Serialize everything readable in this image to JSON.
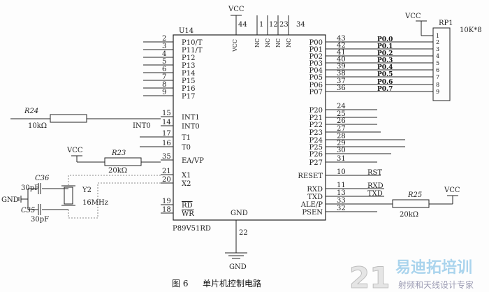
{
  "chip": {
    "ref": "U14",
    "part": "P89V51RD",
    "left_pins": [
      {
        "num": "2",
        "name": "P10/T"
      },
      {
        "num": "3",
        "name": "P11/T"
      },
      {
        "num": "4",
        "name": "P12"
      },
      {
        "num": "5",
        "name": "P13"
      },
      {
        "num": "6",
        "name": "P14"
      },
      {
        "num": "7",
        "name": "P15"
      },
      {
        "num": "8",
        "name": "P16"
      },
      {
        "num": "9",
        "name": "P17"
      },
      {
        "num": "15",
        "name": "INT1"
      },
      {
        "num": "14",
        "name": "INT0"
      },
      {
        "num": "17",
        "name": "T1"
      },
      {
        "num": "16",
        "name": "T0"
      },
      {
        "num": "35",
        "name": "EA/VP"
      },
      {
        "num": "21",
        "name": "X1"
      },
      {
        "num": "20",
        "name": "X2"
      },
      {
        "num": "19",
        "name": "RD"
      },
      {
        "num": "18",
        "name": "WR"
      }
    ],
    "right_pins": [
      {
        "num": "43",
        "name": "P00",
        "net": "P0.0"
      },
      {
        "num": "42",
        "name": "P01",
        "net": "P0.1"
      },
      {
        "num": "41",
        "name": "P02",
        "net": "P0.2"
      },
      {
        "num": "40",
        "name": "P03",
        "net": "P0.3"
      },
      {
        "num": "39",
        "name": "P04",
        "net": "P0.4"
      },
      {
        "num": "38",
        "name": "P05",
        "net": "P0.5"
      },
      {
        "num": "37",
        "name": "P06",
        "net": "P0.6"
      },
      {
        "num": "36",
        "name": "P07",
        "net": "P0.7"
      },
      {
        "num": "24",
        "name": "P20",
        "net": ""
      },
      {
        "num": "25",
        "name": "P21",
        "net": ""
      },
      {
        "num": "26",
        "name": "P22",
        "net": ""
      },
      {
        "num": "27",
        "name": "P23",
        "net": ""
      },
      {
        "num": "28",
        "name": "P24",
        "net": ""
      },
      {
        "num": "29",
        "name": "P25",
        "net": ""
      },
      {
        "num": "30",
        "name": "P26",
        "net": ""
      },
      {
        "num": "31",
        "name": "P27",
        "net": ""
      },
      {
        "num": "10",
        "name": "RESET",
        "net": "RST"
      },
      {
        "num": "11",
        "name": "RXD",
        "net": "RXD"
      },
      {
        "num": "13",
        "name": "TXD",
        "net": "TXD"
      },
      {
        "num": "33",
        "name": "ALE/P",
        "net": ""
      },
      {
        "num": "32",
        "name": "PSEN",
        "net": ""
      }
    ],
    "top_pins": [
      {
        "num": "44",
        "name": "VCC"
      },
      {
        "num": "1",
        "name": "NC"
      },
      {
        "num": "12",
        "name": "NC"
      },
      {
        "num": "23",
        "name": "NC"
      },
      {
        "num": "34",
        "name": "NC"
      }
    ],
    "gnd_pin": {
      "num": "22",
      "name": "GND"
    }
  },
  "labels": {
    "vcc": "VCC",
    "gnd": "GND",
    "gnd_left": "GND",
    "int0_net": "INT0",
    "rp1_ref": "RP1",
    "rp1_value": "10K*8",
    "rp1_pins": [
      "1",
      "2",
      "3",
      "4",
      "5",
      "6",
      "7",
      "8",
      "9"
    ],
    "r24_ref": "R24",
    "r24_value": "10kΩ",
    "r23_ref": "R23",
    "r23_value": "20kΩ",
    "r25_ref": "R25",
    "r25_value": "20kΩ",
    "c36_ref": "C36",
    "c36_value": "30pF",
    "c35_ref": "C35",
    "c35_value": "30pF",
    "y2_ref": "Y2",
    "y2_value": "16MHz"
  },
  "caption": {
    "number": "图 6",
    "title": "单片机控制电路"
  },
  "watermark": {
    "number": "21",
    "line1": "易迪拓培训",
    "line2": "射频和天线设计专家"
  }
}
